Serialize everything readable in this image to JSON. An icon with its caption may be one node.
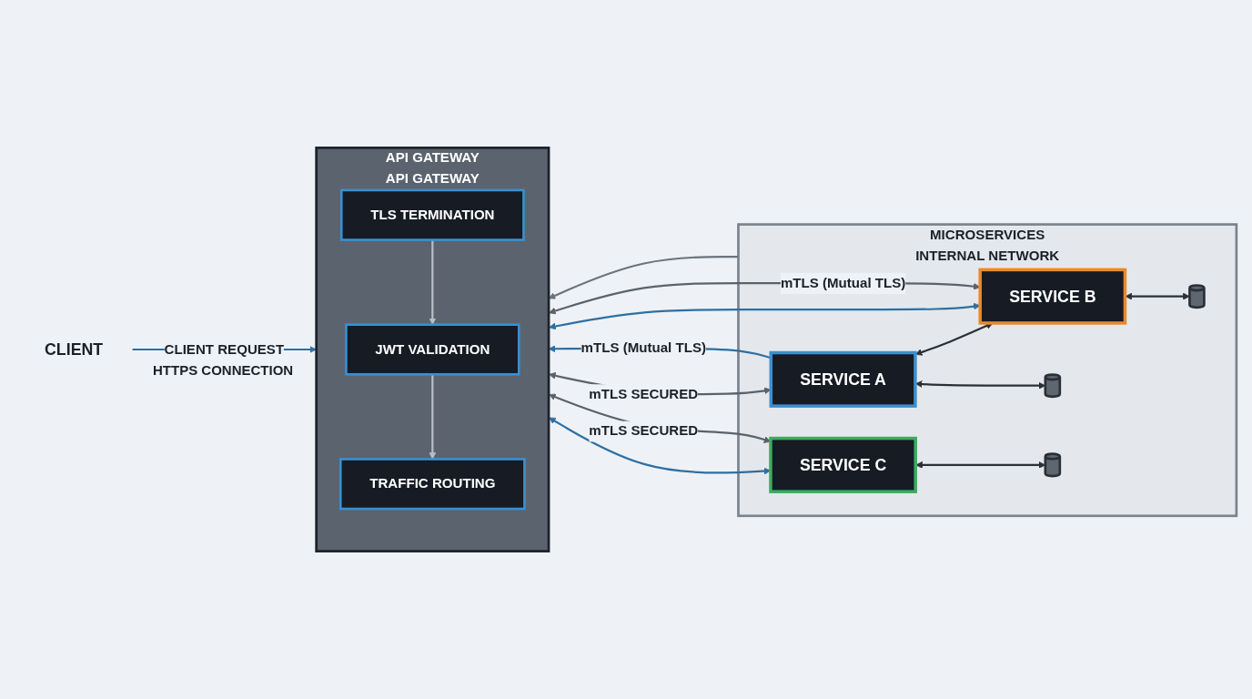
{
  "diagram": {
    "nodes": [
      {
        "text": [
          "CLIENT"
        ]
      },
      {
        "text": [
          "API GATEWAY",
          "API GATEWAY"
        ]
      },
      {
        "text": [
          "TLS TERMINATION"
        ],
        "in": 1
      },
      {
        "text": [
          "JWT VALIDATION"
        ],
        "in": 1
      },
      {
        "text": [
          "TRAFFIC ROUTING"
        ],
        "in": 1
      },
      {
        "text": [
          "MICROSERVICES",
          "INTERNAL NETWORK"
        ]
      },
      {
        "text": [
          "SERVICE A"
        ],
        "in": 5
      },
      {
        "text": [
          "SERVICE B"
        ],
        "in": 5
      },
      {
        "text": [
          "SERVICE C"
        ],
        "in": 5
      },
      {
        "text": [],
        "shape": "cylinder",
        "in": 5
      },
      {
        "text": [],
        "shape": "cylinder",
        "in": 5
      },
      {
        "text": [],
        "shape": "cylinder",
        "in": 5
      }
    ],
    "edges": [
      {
        "from": 0,
        "to": 1,
        "arrow": "to",
        "label": "CLIENT REQUEST",
        "color": "#2f6fa3"
      },
      {
        "from": 2,
        "to": 3,
        "arrow": "to",
        "color": "#b8bec6"
      },
      {
        "from": 3,
        "to": 4,
        "arrow": "to",
        "color": "#b8bec6"
      },
      {
        "from": 6,
        "to": 1,
        "arrow": "to",
        "label": "mTLS (Mutual TLS)",
        "color": "#2f6fa3"
      },
      {
        "from": 1,
        "to": 6,
        "arrow": "both",
        "label": "mTLS SECURED",
        "color": "#5a626c"
      },
      {
        "from": 1,
        "to": 7,
        "arrow": "both",
        "color": "#2f6fa3"
      },
      {
        "from": 1,
        "to": 7,
        "arrow": "both",
        "label": "mTLS (Mutual TLS)",
        "color": "#5a626c"
      },
      {
        "from": 1,
        "to": 8,
        "arrow": "both",
        "color": "#2f6fa3"
      },
      {
        "from": 1,
        "to": 8,
        "arrow": "both",
        "label": "mTLS SECURED",
        "color": "#5a626c"
      },
      {
        "from": 6,
        "to": 7,
        "arrow": "both",
        "color": "#2a2f38"
      },
      {
        "from": 6,
        "to": 9,
        "arrow": "both",
        "color": "#2a2f38"
      },
      {
        "from": 7,
        "to": 10,
        "arrow": "both",
        "color": "#2a2f38"
      },
      {
        "from": 8,
        "to": 11,
        "arrow": "both",
        "color": "#2a2f38"
      },
      {
        "from": 5,
        "to": 1,
        "arrow": "to",
        "color": "#6b737d"
      }
    ],
    "labels": [
      "HTTPS CONNECTION"
    ]
  }
}
